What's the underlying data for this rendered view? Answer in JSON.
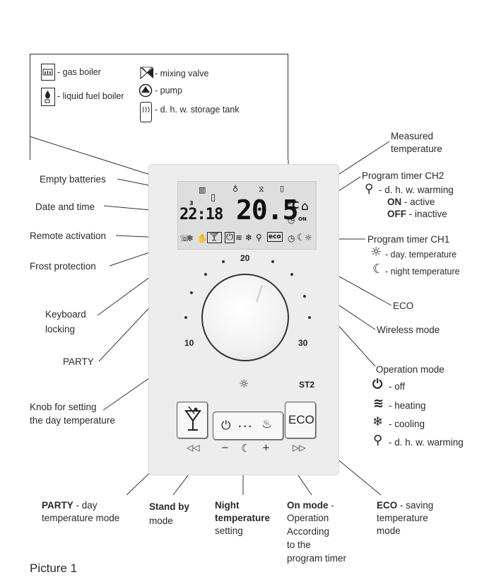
{
  "legend": {
    "gas_boiler": "- gas boiler",
    "liquid_fuel_boiler": "- liquid fuel boiler",
    "mixing_valve": "- mixing valve",
    "pump": "- pump",
    "dhw_tank": "- d. h. w. storage tank"
  },
  "display": {
    "time": "22:18",
    "date_digit": "3",
    "temperature": "20.5",
    "unit": "°C",
    "on_tag": "ON"
  },
  "scale": {
    "min": "10",
    "mid": "20",
    "max": "30",
    "model": "ST2"
  },
  "buttons": {
    "eco": "ECO",
    "dots": "• • •"
  },
  "labels": {
    "empty_batteries": "Empty batteries",
    "date_time": "Date and time",
    "remote_activation": "Remote activation",
    "frost_protection": "Frost protection",
    "keyboard_locking_1": "Keyboard",
    "keyboard_locking_2": "locking",
    "party": "PARTY",
    "knob_1": "Knob for setting",
    "knob_2": "the day temperature",
    "measured_1": "Measured",
    "measured_2": "temperature",
    "ch2_title": "Program timer CH2",
    "ch2_dhw": "- d. h. w. warming",
    "ch2_on_b": "ON",
    "ch2_on": " - active",
    "ch2_off_b": "OFF",
    "ch2_off": " - inactive",
    "ch1_title": "Program timer CH1",
    "ch1_day": "- day. temperature",
    "ch1_night": "- night temperature",
    "eco": "ECO",
    "wireless": "Wireless mode",
    "op_title": "Operation mode",
    "op_off": "- off",
    "op_heating": "- heating",
    "op_cooling": "- cooling",
    "op_dhw": "- d. h. w. warming"
  },
  "bottom": {
    "party_b": "PARTY",
    "party_1": " - day",
    "party_2": "temperature mode",
    "standby_b": "Stand by",
    "standby_2": "mode",
    "night_b1": "Night",
    "night_b2": "temperature",
    "night_3": "setting",
    "onmode_b": "On mode",
    "onmode_1": " -",
    "onmode_2": "Operation",
    "onmode_3": "According",
    "onmode_4": "to the",
    "onmode_5": "program timer",
    "eco_b": "ECO",
    "eco_1": " - saving",
    "eco_2": "temperature",
    "eco_3": "mode"
  },
  "caption": "Picture 1"
}
